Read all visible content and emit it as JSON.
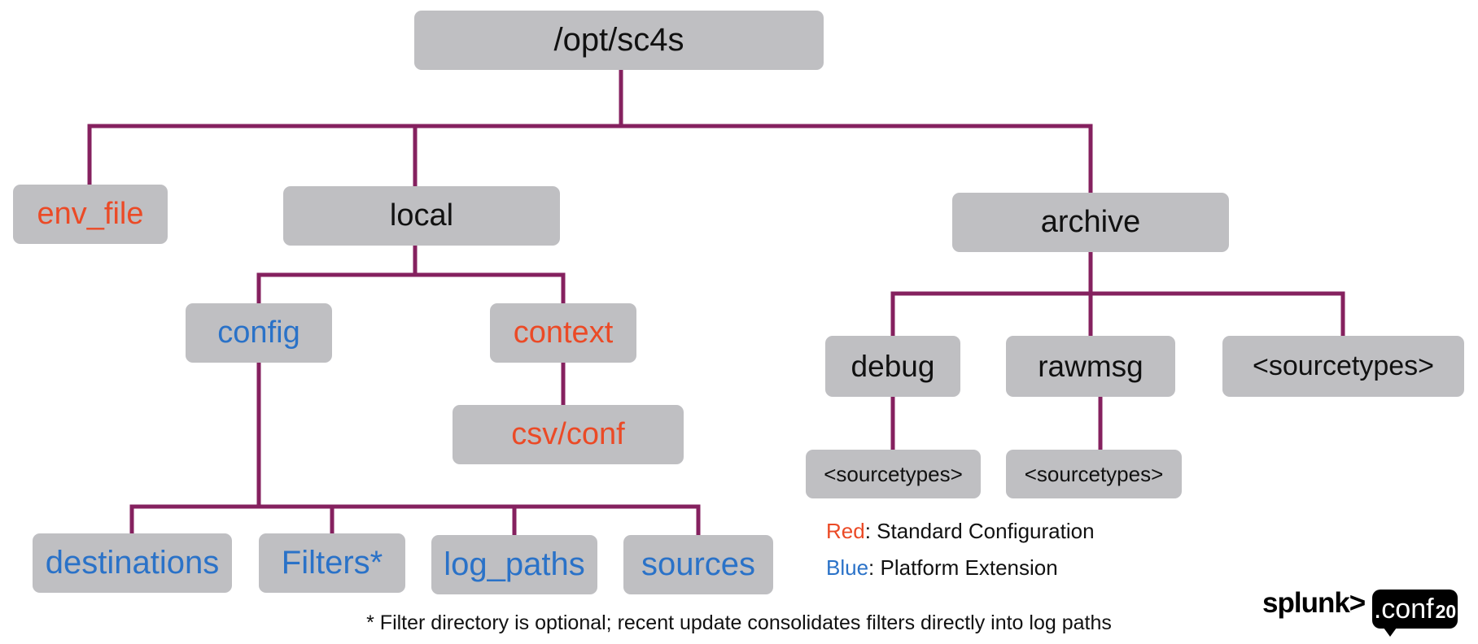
{
  "colors": {
    "connector": "#85215f",
    "node_fill": "#bfbfc2",
    "standard_configuration": "#eb4a26",
    "platform_extension": "#2a72c8",
    "default_text": "#111111"
  },
  "tree": {
    "root": "/opt/sc4s",
    "env_file": "env_file",
    "local": "local",
    "config": "config",
    "context": "context",
    "csv_conf": "csv/conf",
    "destinations": "destinations",
    "filters": "Filters*",
    "log_paths": "log_paths",
    "sources": "sources",
    "archive": "archive",
    "debug": "debug",
    "rawmsg": "rawmsg",
    "sourcetypes": "<sourcetypes>",
    "debug_sourcetypes": "<sourcetypes>",
    "rawmsg_sourcetypes": "<sourcetypes>"
  },
  "legend": {
    "red_label": "Red",
    "red_text": ": Standard Configuration",
    "blue_label": "Blue",
    "blue_text": ": Platform Extension"
  },
  "footnote": "* Filter directory is optional; recent update consolidates filters directly into log paths",
  "branding": {
    "splunk": "splunk>",
    "conf": ".conf",
    "year": "20"
  }
}
